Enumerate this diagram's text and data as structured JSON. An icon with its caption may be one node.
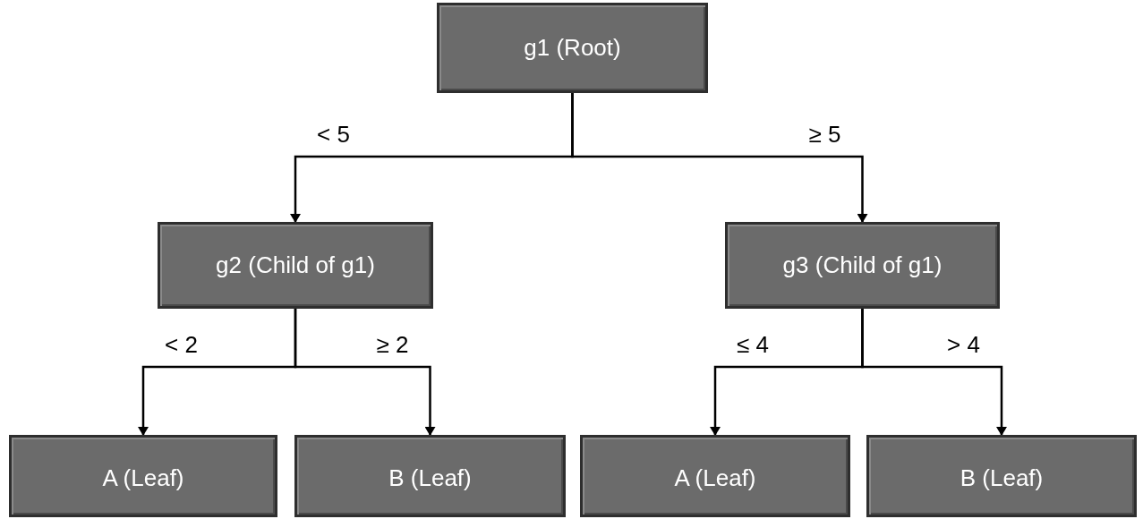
{
  "diagram": {
    "nodes": [
      {
        "text": [
          "g1 (Root)"
        ]
      },
      {
        "text": [
          "g2 (Child of g1)"
        ]
      },
      {
        "text": [
          "g3 (Child of g1)"
        ]
      },
      {
        "text": [
          "A (Leaf)"
        ]
      },
      {
        "text": [
          "B (Leaf)"
        ]
      },
      {
        "text": [
          "A (Leaf)"
        ]
      },
      {
        "text": [
          "B (Leaf)"
        ]
      }
    ],
    "edges": [
      {
        "from": 0,
        "to": 1,
        "arrow": "to",
        "label": "< 5"
      },
      {
        "from": 0,
        "to": 2,
        "arrow": "to",
        "label": "≥ 5"
      },
      {
        "from": 1,
        "to": 3,
        "arrow": "to",
        "label": "< 2"
      },
      {
        "from": 1,
        "to": 4,
        "arrow": "to",
        "label": "≥ 2"
      },
      {
        "from": 2,
        "to": 5,
        "arrow": "to",
        "label": "≤ 4"
      },
      {
        "from": 2,
        "to": 6,
        "arrow": "to",
        "label": "> 4"
      }
    ]
  }
}
